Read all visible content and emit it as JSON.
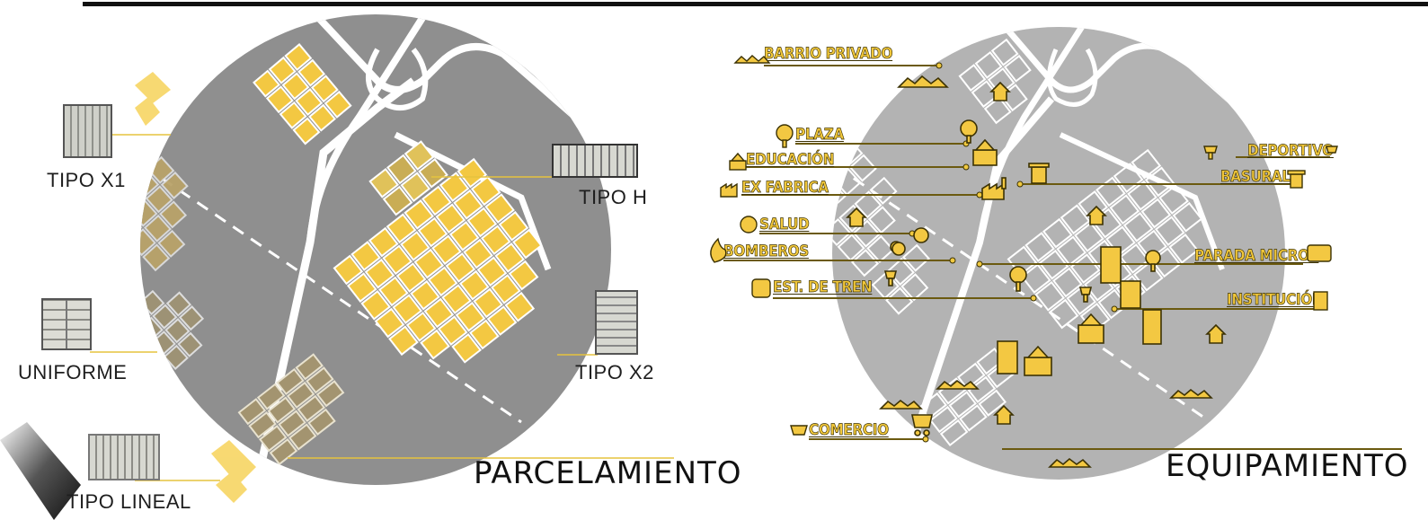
{
  "parcelamiento": {
    "title": "PARCELAMIENTO",
    "types": {
      "x1": "TIPO X1",
      "h": "TIPO H",
      "uniforme": "UNIFORME",
      "x2": "TIPO X2",
      "lineal": "TIPO LINEAL"
    }
  },
  "equipamiento": {
    "title": "EQUIPAMIENTO",
    "labels": {
      "barrio_privado": "BARRIO PRIVADO",
      "plaza": "PLAZA",
      "educacion": "EDUCACIÓN",
      "ex_fabrica": "EX FABRICA",
      "salud": "SALUD",
      "bomberos": "BOMBEROS",
      "est_tren": "EST. DE TREN",
      "comercio": "COMERCIO",
      "deportivo": "DEPORTIVO",
      "basural": "BASURAL",
      "parada_micros": "PARADA MICROS",
      "institucion": "INSTITUCIÓN"
    }
  },
  "colors": {
    "accent_yellow": "#f3c842",
    "map_gray": "#8f8f8f",
    "road_white": "#ffffff",
    "label_dark": "#1e1e1e"
  },
  "icons": [
    "house-icon",
    "tree-icon",
    "school-icon",
    "factory-icon",
    "health-icon",
    "fire-icon",
    "train-icon",
    "cart-icon",
    "trophy-icon",
    "trash-icon",
    "bus-icon",
    "building-icon"
  ]
}
